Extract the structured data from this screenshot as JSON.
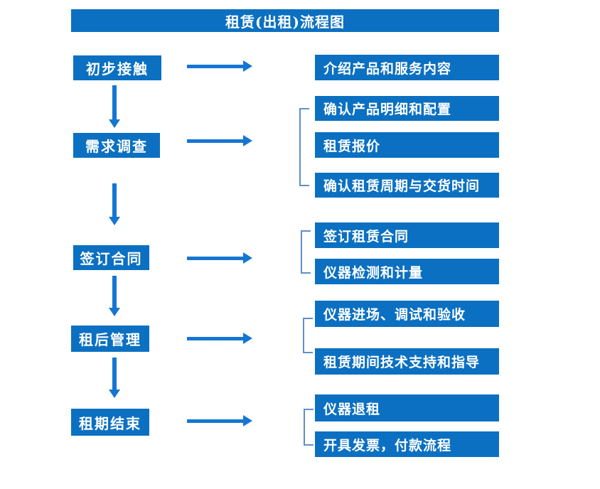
{
  "title": "租赁(出租)流程图",
  "colors": {
    "box_blue": "#0b70c1",
    "arrow_blue": "#1576d2",
    "bracket_blue": "#5f8fcb",
    "text_white": "#ffffff"
  },
  "flow": {
    "stages": [
      {
        "label": "初步接触",
        "outputs": [
          "介绍产品和服务内容"
        ]
      },
      {
        "label": "需求调查",
        "outputs": [
          "确认产品明细和配置",
          "租赁报价",
          "确认租赁周期与交货时间"
        ]
      },
      {
        "label": "签订合同",
        "outputs": [
          "签订租赁合同",
          "仪器检测和计量"
        ]
      },
      {
        "label": "租后管理",
        "outputs": [
          "仪器进场、调试和验收",
          "租赁期间技术支持和指导"
        ]
      },
      {
        "label": "租期结束",
        "outputs": [
          "仪器退租",
          "开具发票，付款流程"
        ]
      }
    ]
  }
}
